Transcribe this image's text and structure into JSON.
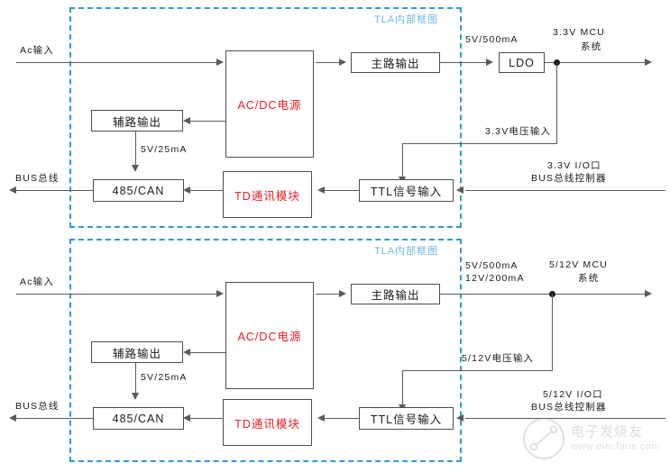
{
  "diagrams": [
    {
      "id": "top",
      "enclosure_label": "TLA内部框图",
      "inputs": {
        "ac_input": "Ac输入",
        "bus_output": "BUS总线"
      },
      "blocks": {
        "acdc": "AC/DC电源",
        "main_output": "主路输出",
        "aux_output": "辅路输出",
        "bus_driver": "485/CAN",
        "td_module": "TD通讯模块",
        "ttl_input": "TTL信号输入",
        "ldo": "LDO"
      },
      "labels": {
        "main_rail": "5V/500mA",
        "aux_rail": "5V/25mA",
        "mcu_system_line1": "3.3V MCU",
        "mcu_system_line2": "系统",
        "feedback_voltage": "3.3V电压输入",
        "io_controller_line1": "3.3V I/O口",
        "io_controller_line2": "BUS总线控制器"
      }
    },
    {
      "id": "bottom",
      "enclosure_label": "TLA内部框图",
      "inputs": {
        "ac_input": "Ac输入",
        "bus_output": "BUS总线"
      },
      "blocks": {
        "acdc": "AC/DC电源",
        "main_output": "主路输出",
        "aux_output": "辅路输出",
        "bus_driver": "485/CAN",
        "td_module": "TD通讯模块",
        "ttl_input": "TTL信号输入",
        "ldo": null
      },
      "labels": {
        "main_rail": "5V/500mA",
        "main_rail2": "12V/200mA",
        "aux_rail": "5V/25mA",
        "mcu_system_line1": "5/12V MCU",
        "mcu_system_line2": "系统",
        "feedback_voltage": "5/12V电压输入",
        "io_controller_line1": "5/12V I/O口",
        "io_controller_line2": "BUS总线控制器"
      }
    }
  ],
  "watermark": {
    "text": "电子发烧友",
    "url": "www.elecfans.com"
  },
  "colors": {
    "accent_blue": "#2e9bd6",
    "label_blue": "#6fb7e2",
    "red": "#ed1c24",
    "line": "#5a5a5a"
  }
}
